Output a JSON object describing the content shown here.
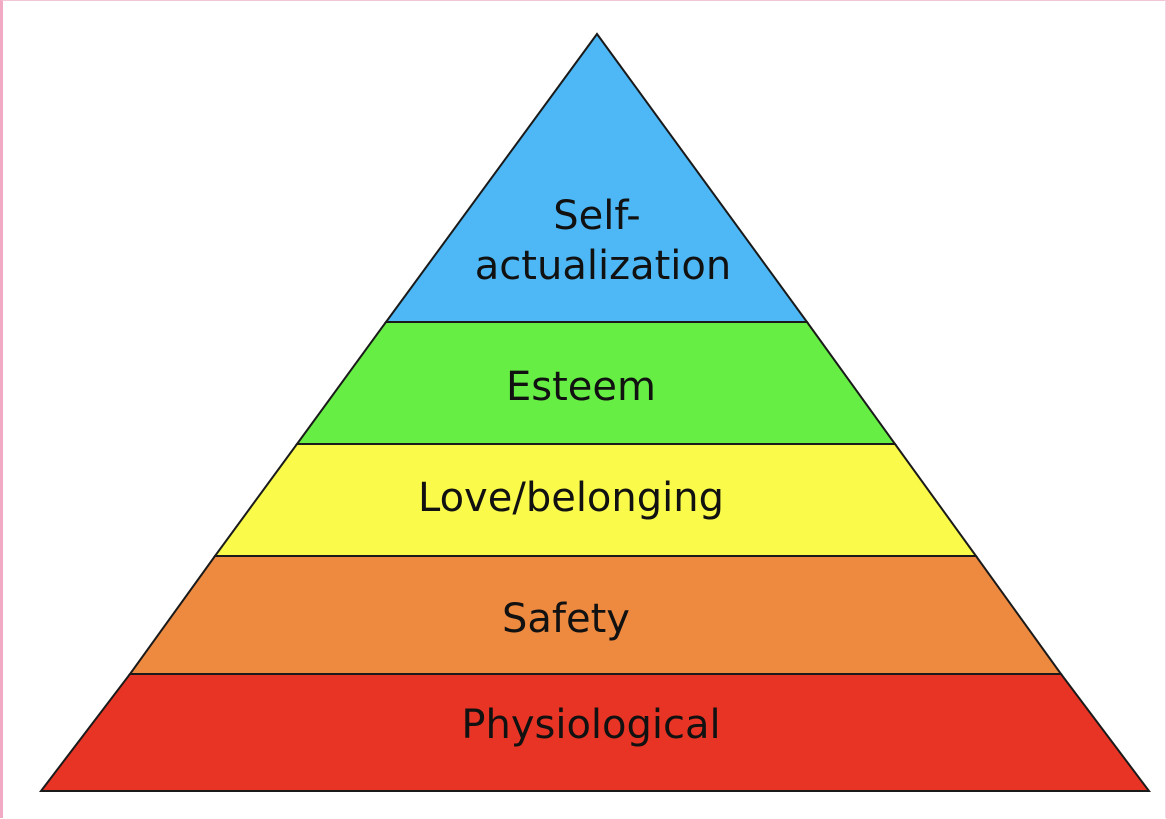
{
  "diagram": {
    "levels": [
      {
        "id": "self-actualization",
        "lines": [
          "Self-",
          "actualization"
        ],
        "color": "#4db8f5"
      },
      {
        "id": "esteem",
        "lines": [
          "Esteem"
        ],
        "color": "#66ee44"
      },
      {
        "id": "love-belonging",
        "lines": [
          "Love/belonging"
        ],
        "color": "#fafa4a"
      },
      {
        "id": "safety",
        "lines": [
          "Safety"
        ],
        "color": "#ee8a40"
      },
      {
        "id": "physiological",
        "lines": [
          "Physiological"
        ],
        "color": "#e83424"
      }
    ],
    "outline_color": "#1a1a1a"
  }
}
